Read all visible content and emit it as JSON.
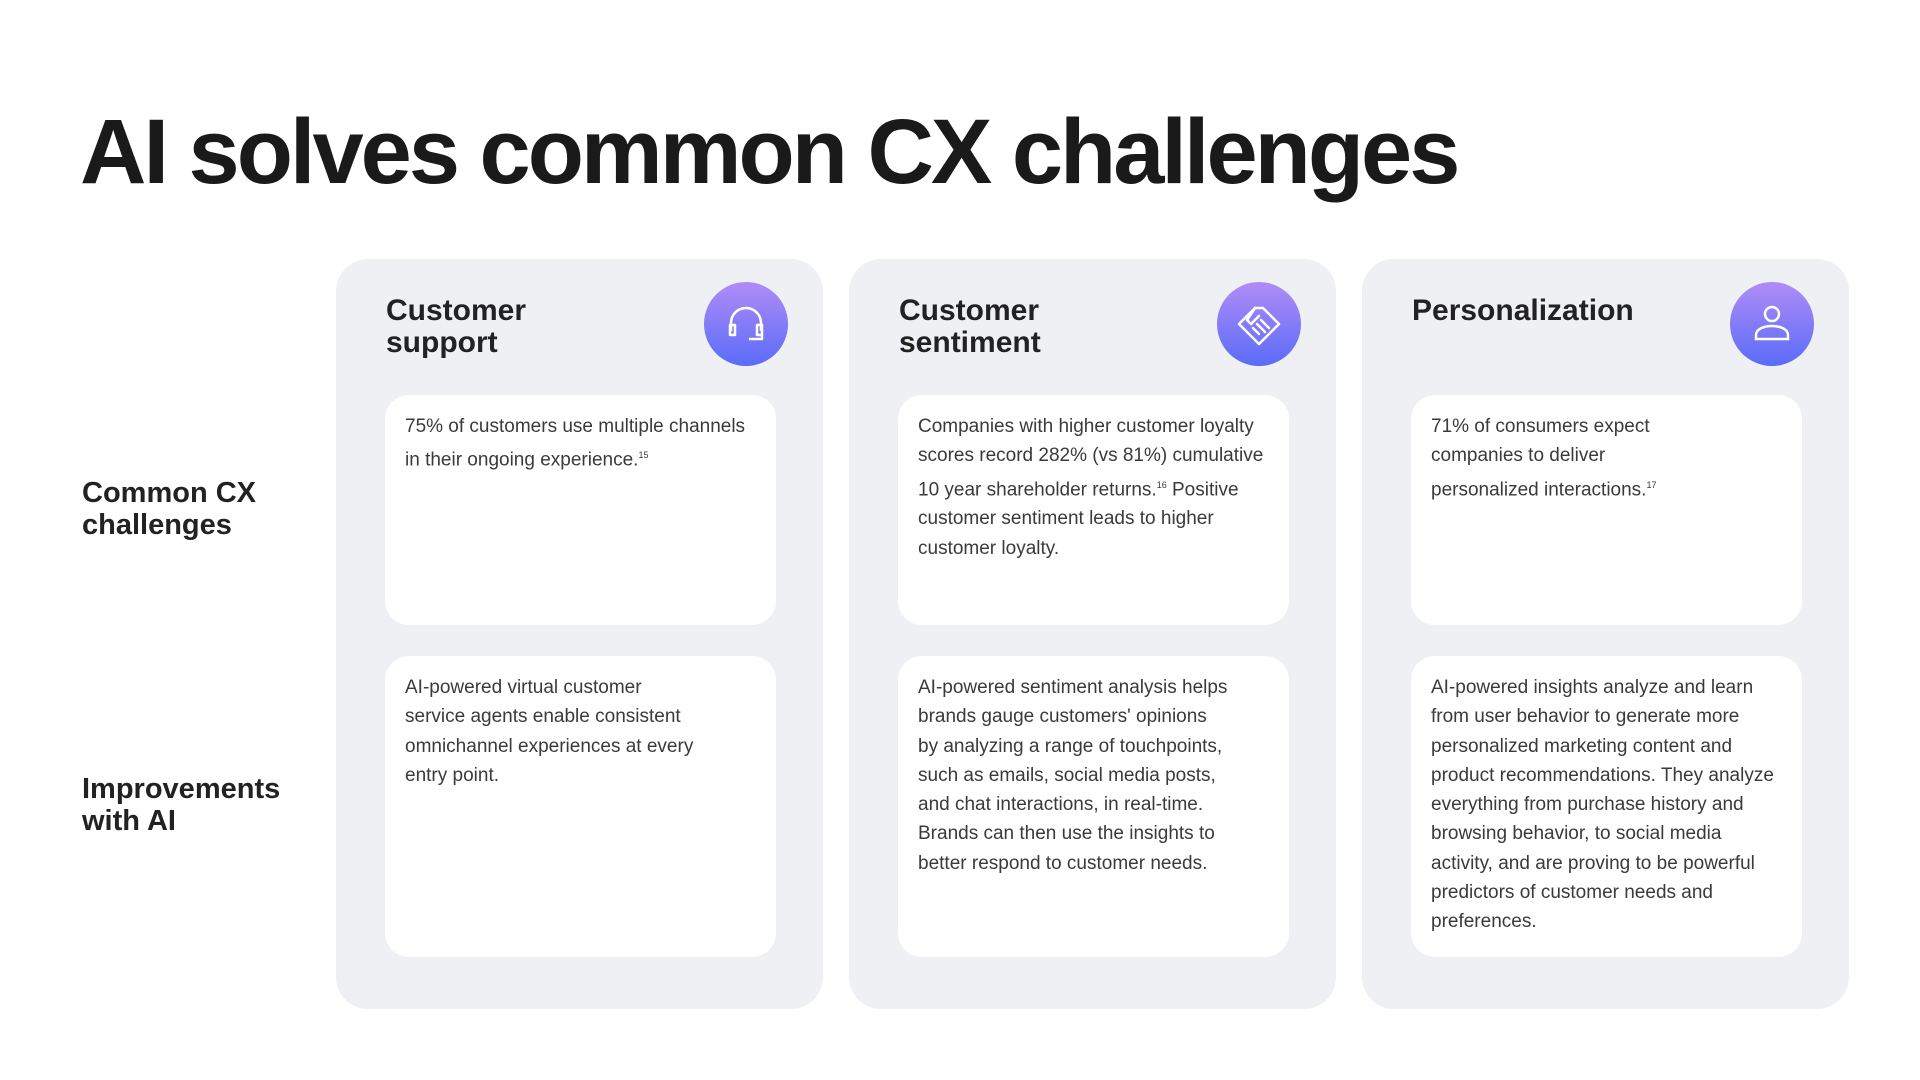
{
  "title": "AI solves common CX challenges",
  "row_labels": {
    "challenges": "Common CX challenges",
    "improvements": "Improvements with AI"
  },
  "columns": [
    {
      "heading": "Customer support",
      "icon": "headset-icon",
      "challenge": "75% of customers use multiple channels in their ongoing experience.",
      "challenge_ref": "15",
      "improvement": "AI-powered virtual customer service agents enable consistent omnichannel experiences at every entry point."
    },
    {
      "heading": "Customer sentiment",
      "icon": "handshake-icon",
      "challenge": "Companies with higher customer loyalty scores record 282% (vs 81%) cumulative 10 year shareholder returns.",
      "challenge_ref": "16",
      "challenge_tail": " Positive customer sentiment leads to higher customer loyalty.",
      "improvement": "AI-powered sentiment analysis helps brands gauge customers' opinions by analyzing a range of touchpoints, such as emails, social media posts, and chat interactions, in real-time. Brands can then use the insights to better respond to customer needs."
    },
    {
      "heading": "Personalization",
      "icon": "person-icon",
      "challenge": "71% of consumers expect companies to deliver personalized interactions.",
      "challenge_ref": "17",
      "improvement": "AI-powered insights analyze and learn from user behavior to generate more personalized marketing content and product recommendations. They analyze everything from purchase history and browsing behavior, to social media activity, and are proving to be powerful predictors of customer needs and preferences."
    }
  ],
  "colors": {
    "card_bg": "#eff0f3",
    "icon_top": "#b08cf7",
    "icon_bottom": "#5a6cf8"
  }
}
